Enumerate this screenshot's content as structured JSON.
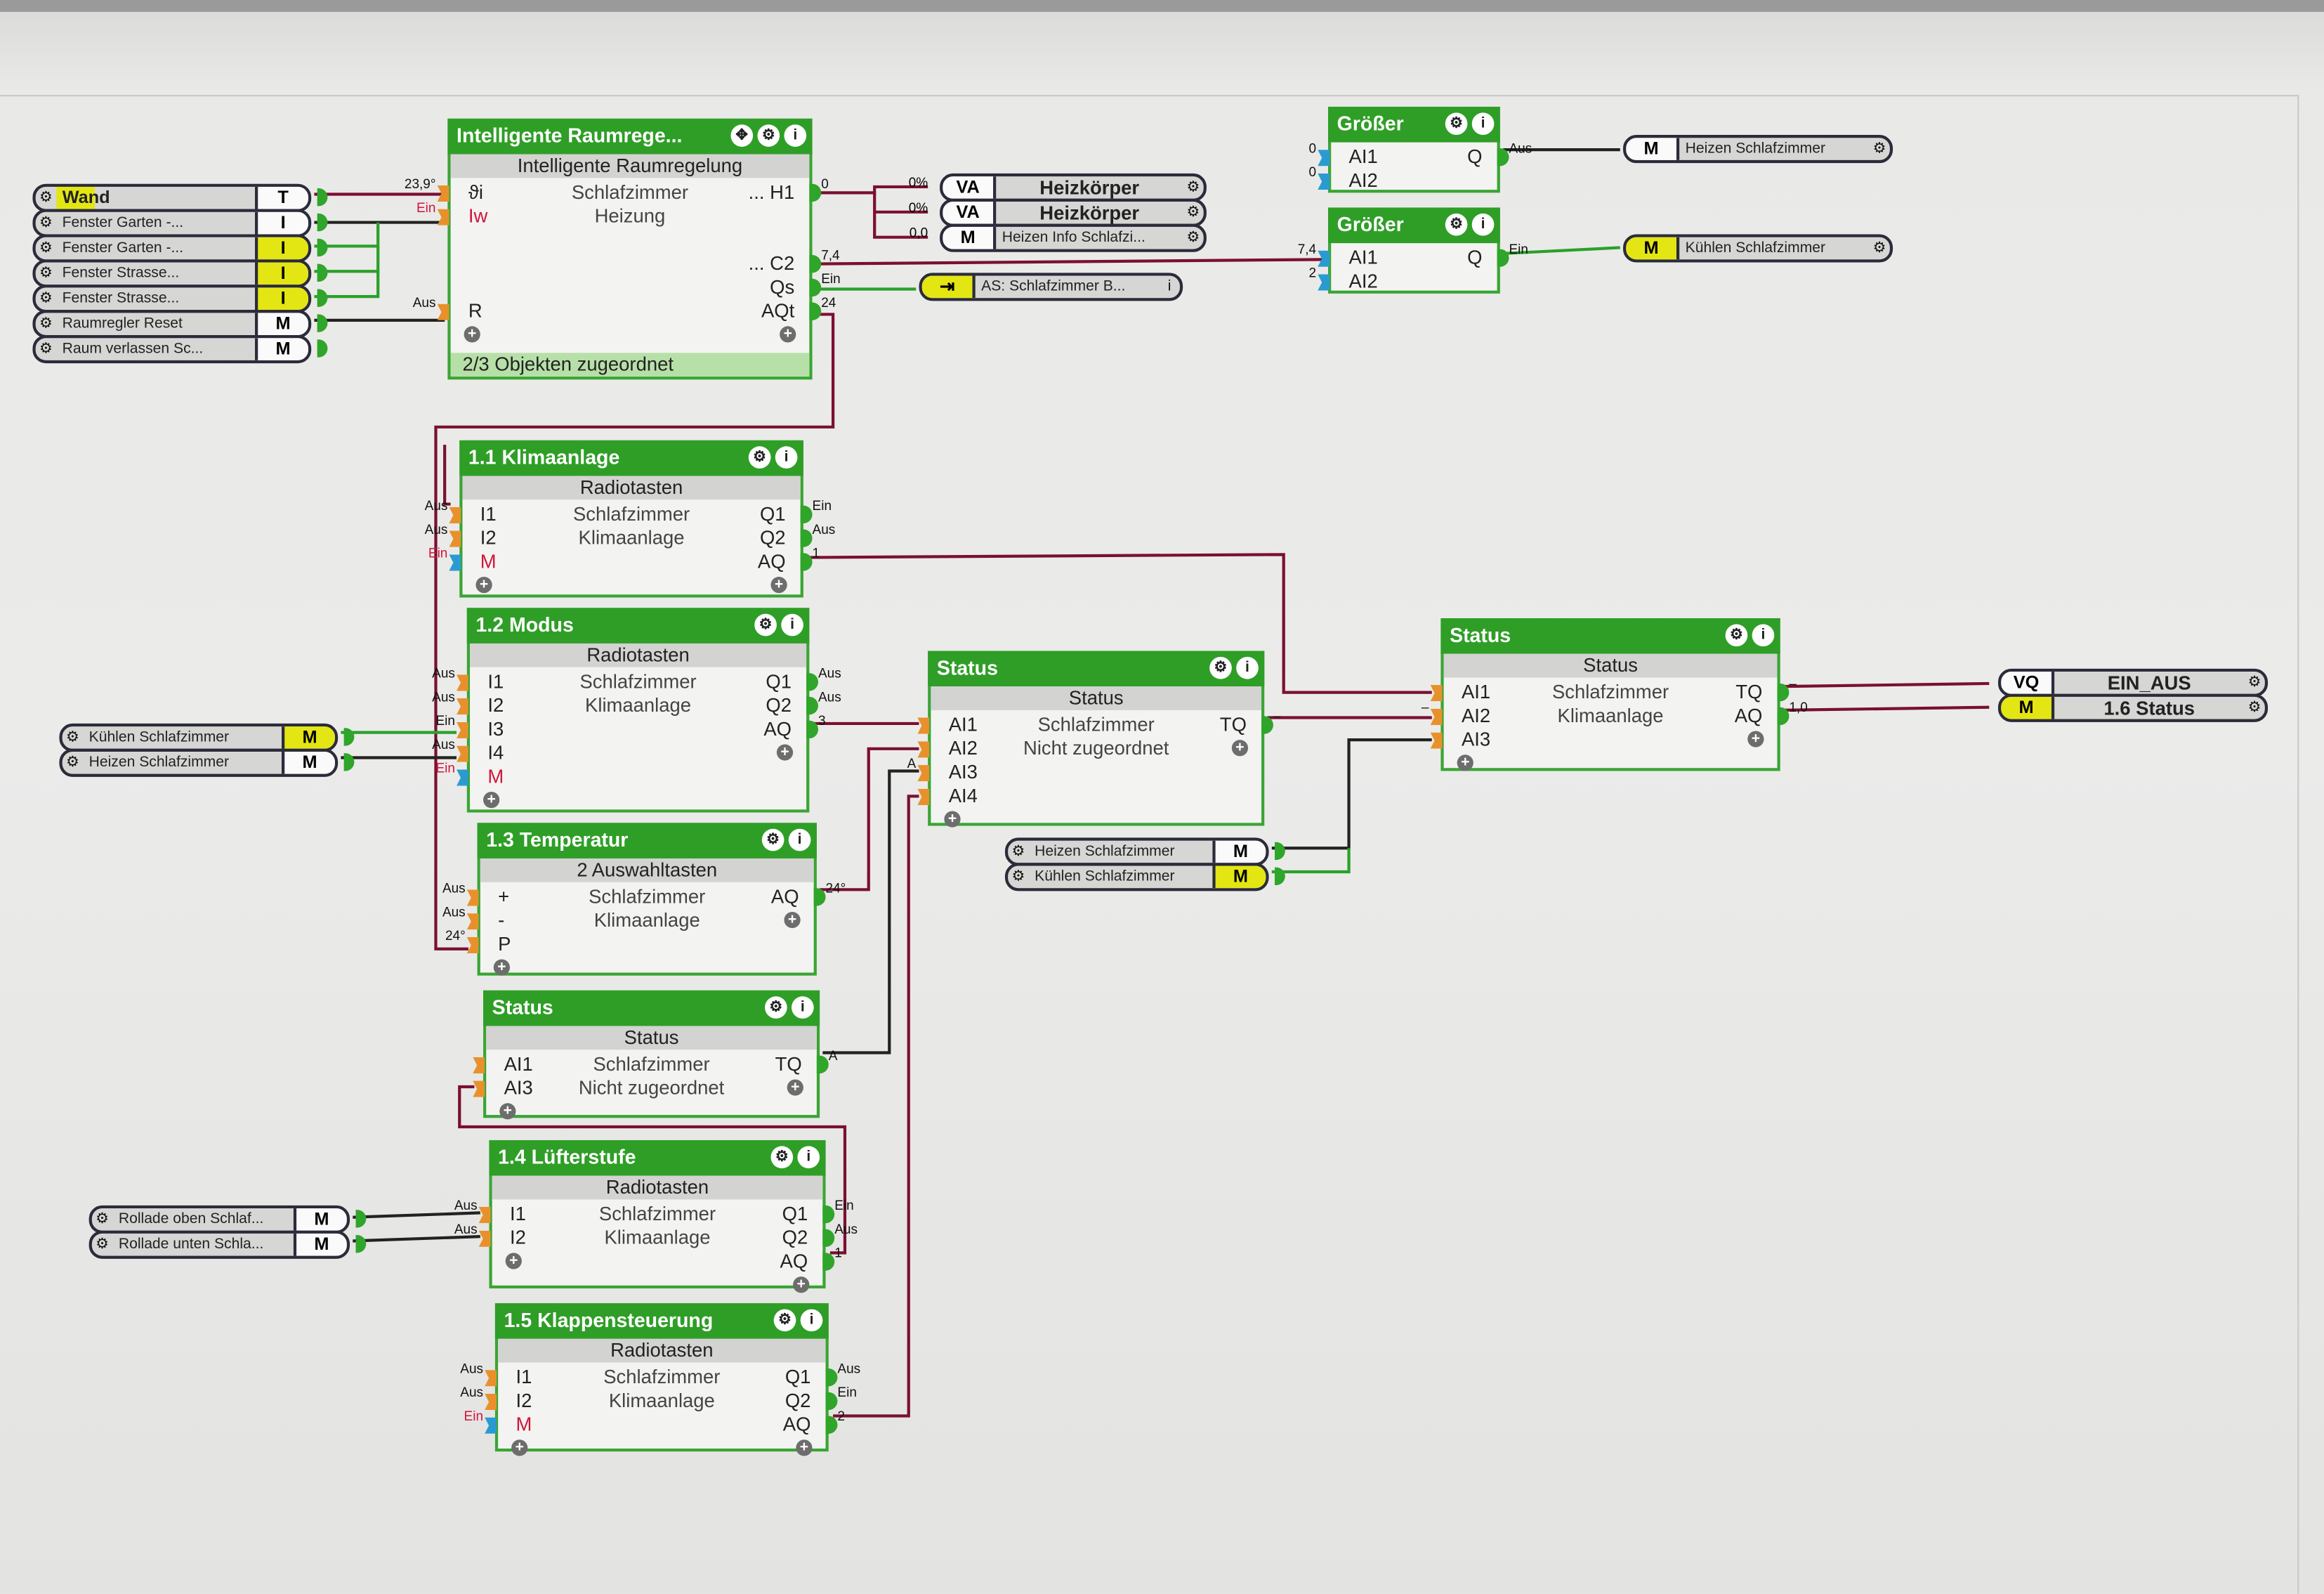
{
  "blocks": [
    {
      "title": "Intelligente Raumrege...",
      "subtitle": "Intelligente Raumregelung",
      "move_icon": true,
      "lines": [
        "Schlafzimmer",
        "Heizung"
      ],
      "inputs": [
        {
          "n": "ϑi",
          "v": "23,9°"
        },
        {
          "n": "Iw",
          "v": "Ein",
          "red": true
        },
        {
          "n": "R",
          "v": "Aus"
        }
      ],
      "outputs": [
        {
          "n": "... H1",
          "v": "0"
        },
        {
          "n": "... C2",
          "v": "7,4"
        },
        {
          "n": "Qs",
          "v": "Ein"
        },
        {
          "n": "AQt",
          "v": "24"
        }
      ],
      "footer": "2/3 Objekten zugeordnet"
    },
    {
      "title": "Größer",
      "inputs": [
        {
          "n": "AI1",
          "v": "0",
          "blue": true
        },
        {
          "n": "AI2",
          "v": "0",
          "blue": true
        }
      ],
      "outputs": [
        {
          "n": "Q",
          "v": "Aus"
        }
      ],
      "lines": []
    },
    {
      "title": "Größer",
      "inputs": [
        {
          "n": "AI1",
          "v": "7,4",
          "blue": true
        },
        {
          "n": "AI2",
          "v": "2",
          "blue": true
        }
      ],
      "outputs": [
        {
          "n": "Q",
          "v": "Ein"
        }
      ],
      "lines": []
    },
    {
      "title": "1.1 Klimaanlage",
      "subtitle": "Radiotasten",
      "lines": [
        "Schlafzimmer",
        "Klimaanlage"
      ],
      "inputs": [
        {
          "n": "I1",
          "v": "Aus"
        },
        {
          "n": "I2",
          "v": "Aus"
        },
        {
          "n": "M",
          "v": "Ein",
          "red": true,
          "blue": true
        }
      ],
      "outputs": [
        {
          "n": "Q1",
          "v": "Ein"
        },
        {
          "n": "Q2",
          "v": "Aus"
        },
        {
          "n": "AQ",
          "v": "1"
        }
      ]
    },
    {
      "title": "1.2 Modus",
      "subtitle": "Radiotasten",
      "lines": [
        "Schlafzimmer",
        "Klimaanlage"
      ],
      "inputs": [
        {
          "n": "I1",
          "v": "Aus"
        },
        {
          "n": "I2",
          "v": "Aus"
        },
        {
          "n": "I3",
          "v": "Ein"
        },
        {
          "n": "I4",
          "v": "Aus"
        },
        {
          "n": "M",
          "v": "Ein",
          "red": true,
          "blue": true
        }
      ],
      "outputs": [
        {
          "n": "Q1",
          "v": "Aus"
        },
        {
          "n": "Q2",
          "v": "Aus"
        },
        {
          "n": "AQ",
          "v": "3"
        }
      ]
    },
    {
      "title": "1.3 Temperatur",
      "subtitle": "2 Auswahltasten",
      "lines": [
        "Schlafzimmer",
        "Klimaanlage"
      ],
      "inputs": [
        {
          "n": "+",
          "v": "Aus"
        },
        {
          "n": "-",
          "v": "Aus"
        },
        {
          "n": "P",
          "v": "24°"
        }
      ],
      "outputs": [
        {
          "n": "AQ",
          "v": "24°"
        }
      ]
    },
    {
      "title": "Status",
      "subtitle": "Status",
      "lines": [
        "Schlafzimmer",
        "Nicht zugeordnet"
      ],
      "inputs": [
        {
          "n": "AI1",
          "v": ""
        },
        {
          "n": "AI2",
          "v": ""
        },
        {
          "n": "AI3",
          "v": "A"
        },
        {
          "n": "AI4",
          "v": ""
        }
      ],
      "outputs": [
        {
          "n": "TQ",
          "v": "–"
        }
      ]
    },
    {
      "title": "Status",
      "subtitle": "Status",
      "lines": [
        "Schlafzimmer",
        "Nicht zugeordnet"
      ],
      "inputs": [
        {
          "n": "AI1",
          "v": ""
        },
        {
          "n": "AI3",
          "v": ""
        }
      ],
      "outputs": [
        {
          "n": "TQ",
          "v": "A"
        }
      ]
    },
    {
      "title": "1.4 Lüfterstufe",
      "subtitle": "Radiotasten",
      "lines": [
        "Schlafzimmer",
        "Klimaanlage"
      ],
      "inputs": [
        {
          "n": "I1",
          "v": "Aus"
        },
        {
          "n": "I2",
          "v": "Aus"
        }
      ],
      "outputs": [
        {
          "n": "Q1",
          "v": "Ein"
        },
        {
          "n": "Q2",
          "v": "Aus"
        },
        {
          "n": "AQ",
          "v": "1"
        }
      ]
    },
    {
      "title": "1.5 Klappensteuerung",
      "subtitle": "Radiotasten",
      "lines": [
        "Schlafzimmer",
        "Klimaanlage"
      ],
      "inputs": [
        {
          "n": "I1",
          "v": "Aus"
        },
        {
          "n": "I2",
          "v": "Aus"
        },
        {
          "n": "M",
          "v": "Ein",
          "red": true,
          "blue": true
        }
      ],
      "outputs": [
        {
          "n": "Q1",
          "v": "Aus"
        },
        {
          "n": "Q2",
          "v": "Ein"
        },
        {
          "n": "AQ",
          "v": "2"
        }
      ]
    },
    {
      "title": "Status",
      "subtitle": "Status",
      "lines": [
        "Schlafzimmer",
        "Klimaanlage"
      ],
      "inputs": [
        {
          "n": "AI1",
          "v": ""
        },
        {
          "n": "AI2",
          "v": "–"
        },
        {
          "n": "AI3",
          "v": ""
        }
      ],
      "outputs": [
        {
          "n": "TQ",
          "v": "–"
        },
        {
          "n": "AQ",
          "v": "1,0"
        }
      ]
    }
  ],
  "pill_groups": [
    {
      "side": "left",
      "items": [
        {
          "name": "Wand",
          "type": "T",
          "hl_name": true
        },
        {
          "name": "Fenster Garten -...",
          "type": "I"
        },
        {
          "name": "Fenster Garten -...",
          "type": "I",
          "hl_type": true
        },
        {
          "name": "Fenster Strasse...",
          "type": "I",
          "hl_type": true
        },
        {
          "name": "Fenster Strasse...",
          "type": "I",
          "hl_type": true
        },
        {
          "name": "Raumregler Reset",
          "type": "M"
        },
        {
          "name": "Raum verlassen Sc...",
          "type": "M"
        }
      ]
    },
    {
      "side": "left",
      "items": [
        {
          "name": "Kühlen Schlafzimmer",
          "type": "M",
          "hl_type": true
        },
        {
          "name": "Heizen Schlafzimmer",
          "type": "M"
        }
      ]
    },
    {
      "side": "left",
      "items": [
        {
          "name": "Rollade oben Schlaf...",
          "type": "M"
        },
        {
          "name": "Rollade unten Schla...",
          "type": "M"
        }
      ]
    },
    {
      "side": "left",
      "items": [
        {
          "name": "Heizen Schlafzimmer",
          "type": "M"
        },
        {
          "name": "Kühlen Schlafzimmer",
          "type": "M",
          "hl_type": true
        }
      ]
    },
    {
      "side": "right",
      "items": [
        {
          "name": "Heizkörper",
          "type": "VA",
          "v": "0%",
          "bold": true
        },
        {
          "name": "Heizkörper",
          "type": "VA",
          "v": "0%",
          "bold": true
        },
        {
          "name": "Heizen Info Schlafzi...",
          "type": "M",
          "v": "0,0"
        }
      ]
    },
    {
      "side": "right",
      "items": [
        {
          "name": "Heizen Schlafzimmer",
          "type": "M"
        }
      ]
    },
    {
      "side": "right",
      "items": [
        {
          "name": "Kühlen Schlafzimmer",
          "type": "M",
          "hl_type": true
        }
      ]
    },
    {
      "side": "right",
      "info": true,
      "items": [
        {
          "name": "AS: Schlafzimmer B...",
          "type": "⇥",
          "hl_type": true
        }
      ]
    },
    {
      "side": "right",
      "items": [
        {
          "name": "EIN_AUS",
          "type": "VQ",
          "bold": true
        },
        {
          "name": "1.6 Status",
          "type": "M",
          "hl_type": true,
          "bold": true
        }
      ]
    }
  ],
  "colors": {
    "block_green": "#2f9e27",
    "wire_analog": "#7a1030",
    "wire_on": "#2aa02a",
    "wire_off": "#222222",
    "highlight": "#e4e614"
  }
}
